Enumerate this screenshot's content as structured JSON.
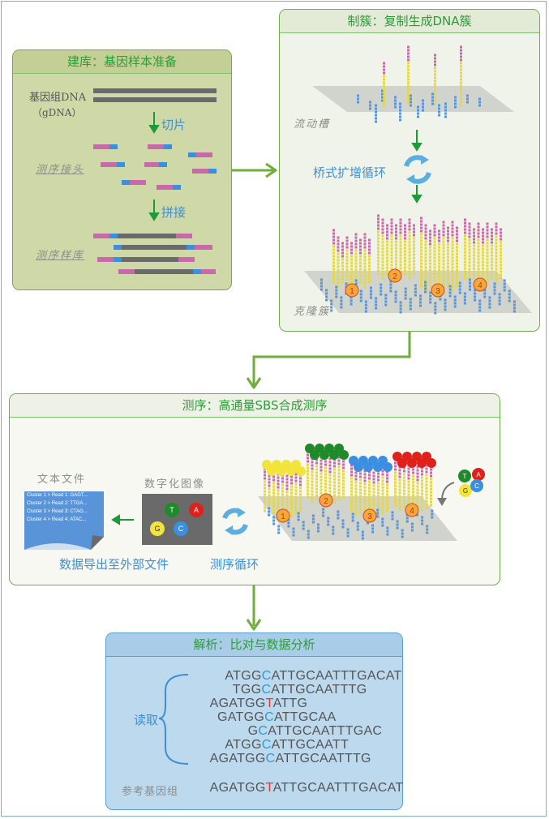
{
  "panels": {
    "library": {
      "title": "建库：基因样本准备",
      "gdna_label": "基因组DNA",
      "gdna_sub": "（gDNA）",
      "cut": "切片",
      "adapter_label": "测序接头",
      "ligate": "拼接",
      "library_label": "测序样库"
    },
    "clustering": {
      "title": "制簇：复制生成DNA簇",
      "flowcell_label": "流动槽",
      "bridge": "桥式扩增循环",
      "cluster_label": "克隆簇"
    },
    "sequencing": {
      "title": "测序：高通量SBS合成测序",
      "text_file_label": "文本文件",
      "digital_image_label": "数字化图像",
      "export": "数据导出至外部文件",
      "cycle": "测序循环"
    },
    "analysis": {
      "title": "解析：比对与数据分析",
      "reads_label": "读取",
      "reference_label": "参考基因组"
    }
  },
  "cluster_numbers": [
    "1",
    "2",
    "3",
    "4"
  ],
  "bases": {
    "t": "T",
    "a": "A",
    "g": "G",
    "c": "C"
  },
  "doc_lines": [
    "Cluster 1 > Read 1: GAGT...",
    "Cluster 2 > Read 2: TTGA...",
    "Cluster 3 > Read 3: CTAG...",
    "Cluster 4 > Read 4: ATAC..."
  ],
  "reads": [
    {
      "pre": "ATGG",
      "mid": "C",
      "post": "ATTGCAATTTGACAT",
      "mid_color": "c"
    },
    {
      "pre": "TGG",
      "mid": "C",
      "post": "ATTGCAATTTG",
      "mid_color": "c"
    },
    {
      "pre": "AGATGG",
      "mid": "T",
      "post": "ATTG",
      "mid_color": "t"
    },
    {
      "pre": "GATGG",
      "mid": "C",
      "post": "ATTGCAA",
      "mid_color": "c"
    },
    {
      "pre": "G",
      "mid": "C",
      "post": "ATTGCAATTTGAC",
      "mid_color": "c"
    },
    {
      "pre": "ATGG",
      "mid": "C",
      "post": "ATTGCAATT",
      "mid_color": "c"
    },
    {
      "pre": "AGATGG",
      "mid": "C",
      "post": "ATTGCAATTTG",
      "mid_color": "c"
    }
  ],
  "reference": {
    "pre": "AGATGG",
    "mid": "T",
    "post": "ATTGCAATTTGACAT"
  },
  "colors": {
    "yellow": "#f2e43a",
    "green": "#1e8a2a",
    "blue": "#3a8fe0",
    "red": "#e0201a",
    "pink": "#c86aaa",
    "teal": "#3f8fd0"
  }
}
